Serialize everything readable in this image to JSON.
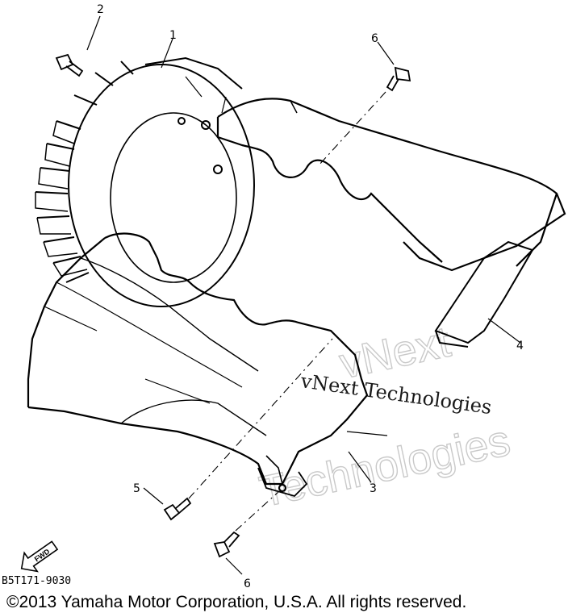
{
  "diagram": {
    "callouts": [
      "1",
      "2",
      "3",
      "4",
      "5",
      "6",
      "6"
    ],
    "drawing_code": "B5T171-9030",
    "direction_label": "FWD"
  },
  "watermark": {
    "outline_line1": "vNext",
    "outline_line2": "Technologies",
    "text": "vNext Technologies"
  },
  "copyright": "©2013 Yamaha Motor Corporation, U.S.A. All rights reserved."
}
